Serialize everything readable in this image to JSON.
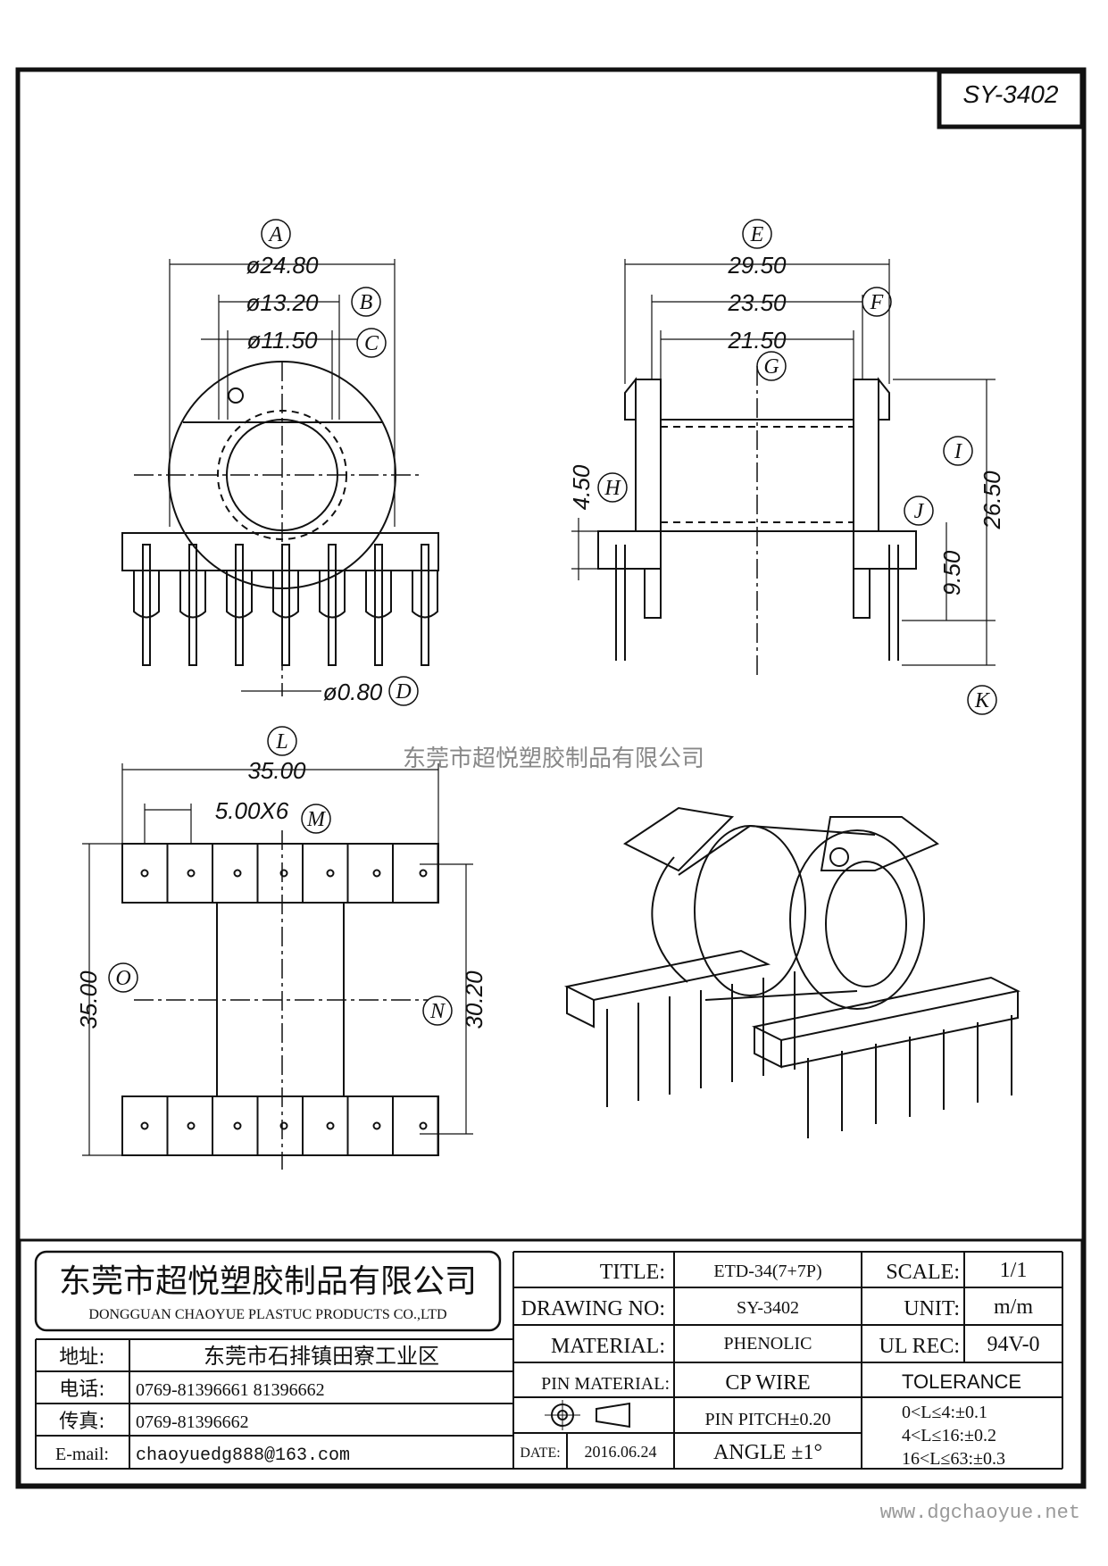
{
  "drawing_code": "SY-3402",
  "watermark": "东莞市超悦塑胶制品有限公司",
  "website": "www.dgchaoyue.net",
  "dimensions": {
    "A": "ø24.80",
    "B": "ø13.20",
    "C": "ø11.50",
    "D": "ø0.80",
    "E": "29.50",
    "F": "23.50",
    "G": "21.50",
    "H": "4.50",
    "I": "26.50",
    "J": "9.50",
    "L": "35.00",
    "M": "5.00X6",
    "O": "35.00",
    "N": "30.20"
  },
  "callouts": [
    "A",
    "B",
    "C",
    "D",
    "E",
    "F",
    "G",
    "H",
    "I",
    "J",
    "K",
    "L",
    "M",
    "N",
    "O"
  ],
  "company": {
    "name_cn": "东莞市超悦塑胶制品有限公司",
    "name_en": "DONGGUAN CHAOYUE PLASTUC PRODUCTS CO.,LTD",
    "address_label": "地址:",
    "address": "东莞市石排镇田寮工业区",
    "phone_label": "电话:",
    "phone": "0769-81396661  81396662",
    "fax_label": "传真:",
    "fax": "0769-81396662",
    "email_label": "E-mail:",
    "email": "chaoyuedg888@163.com"
  },
  "title_block": {
    "title_label": "TITLE:",
    "title": "ETD-34(7+7P)",
    "drawing_no_label": "DRAWING NO:",
    "drawing_no": "SY-3402",
    "material_label": "MATERIAL:",
    "material": "PHENOLIC",
    "pin_material_label": "PIN MATERIAL:",
    "pin_material": "CP WIRE",
    "pin_pitch": "PIN PITCH±0.20",
    "date_label": "DATE:",
    "date": "2016.06.24",
    "angle": "ANGLE  ±1°",
    "scale_label": "SCALE:",
    "scale": "1/1",
    "unit_label": "UNIT:",
    "unit": "m/m",
    "ul_label": "UL REC:",
    "ul": "94V-0",
    "tolerance_label": "TOLERANCE",
    "tolerances": [
      "0<L≤4:±0.1",
      "4<L≤16:±0.2",
      "16<L≤63:±0.3"
    ]
  }
}
